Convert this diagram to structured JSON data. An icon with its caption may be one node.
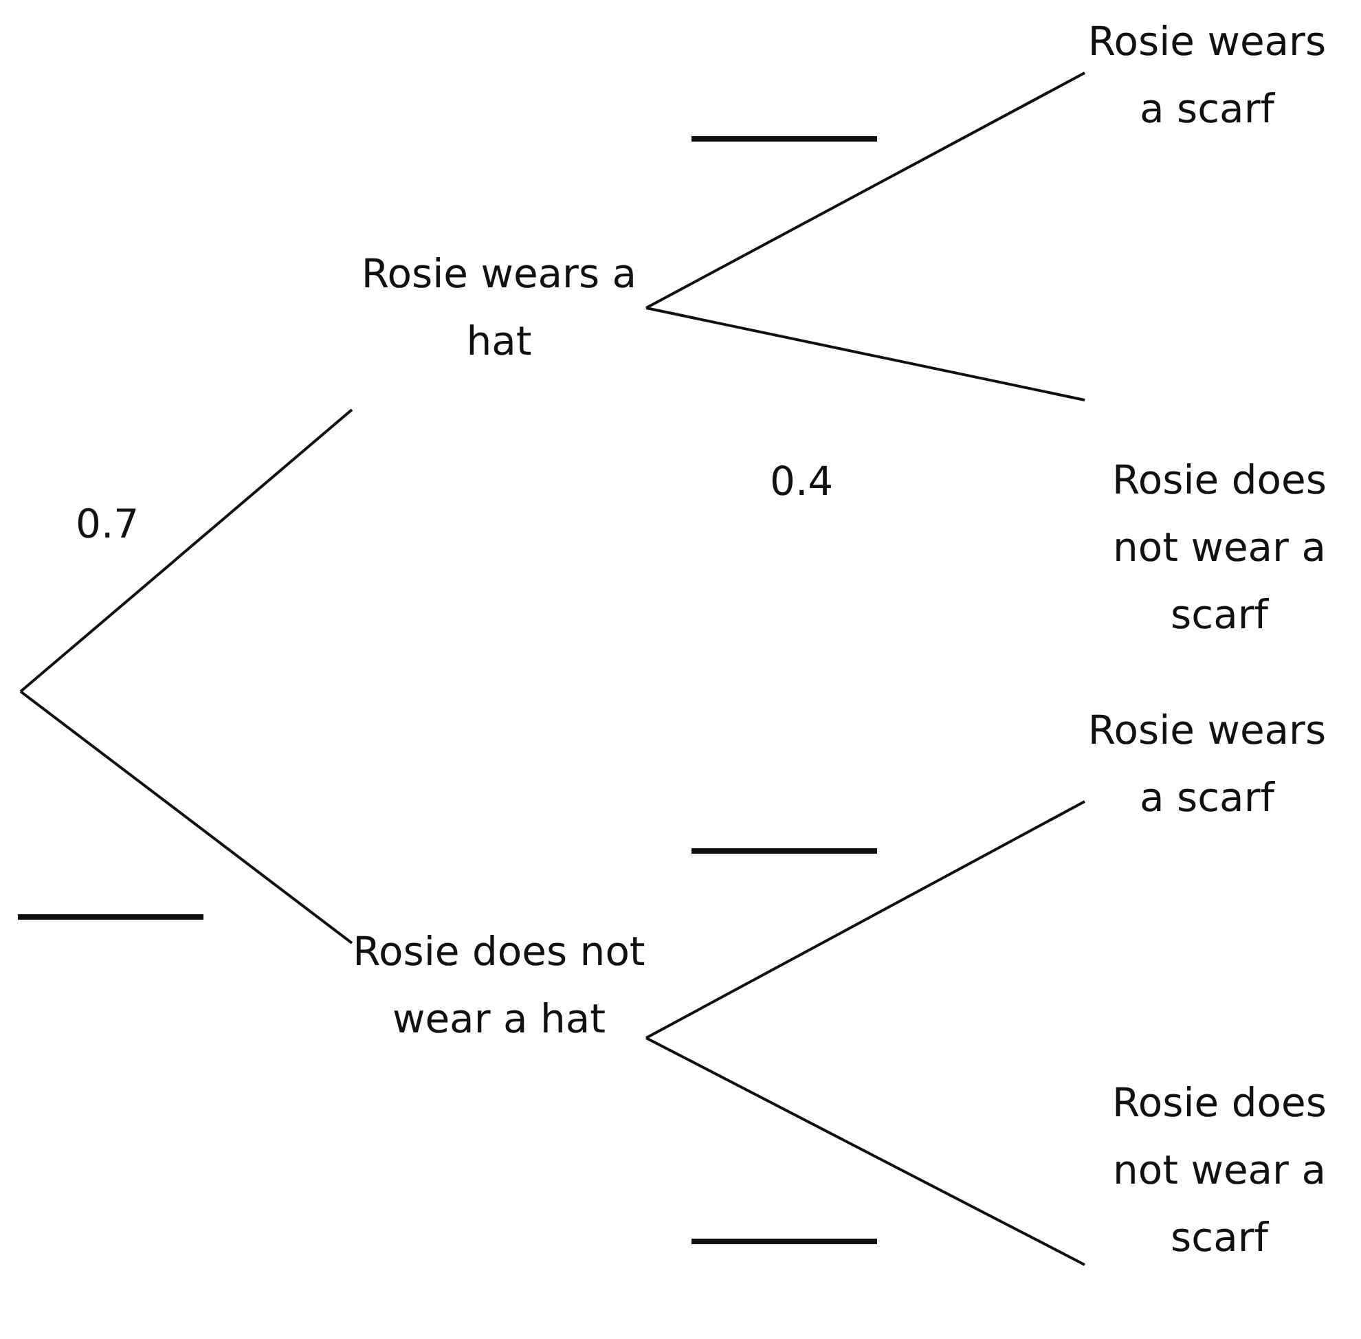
{
  "diagram": {
    "nodes": [
      {
        "text": [
          "Rosie wears a hat"
        ]
      },
      {
        "text": [
          "Rosie does not wear a hat"
        ]
      },
      {
        "text": [
          "Rosie wears a scarf"
        ]
      },
      {
        "text": [
          "Rosie does not wear a scarf"
        ]
      },
      {
        "text": [
          "Rosie wears a scarf"
        ]
      },
      {
        "text": [
          "Rosie does not wear a scarf"
        ]
      }
    ],
    "edges": [
      {
        "from": null,
        "to": 0,
        "arrow": "none",
        "label": "0.7"
      },
      {
        "from": null,
        "to": 1,
        "arrow": "none"
      },
      {
        "from": 0,
        "to": 2,
        "arrow": "none"
      },
      {
        "from": 0,
        "to": 3,
        "arrow": "none",
        "label": "0.4"
      },
      {
        "from": 1,
        "to": 4,
        "arrow": "none"
      },
      {
        "from": 1,
        "to": 5,
        "arrow": "none"
      }
    ]
  }
}
